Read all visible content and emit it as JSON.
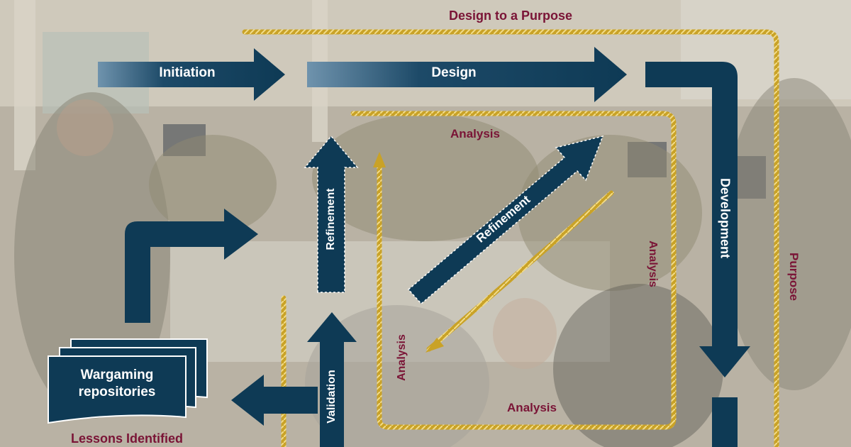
{
  "colors": {
    "arrow_navy": "#0e3a55",
    "rope_gold": "#c9a227",
    "label_maroon": "#7a1436",
    "backdrop_tan": "#b9b2a4"
  },
  "arrows": {
    "initiation": "Initiation",
    "design": "Design",
    "development": "Development",
    "refinement_left": "Refinement",
    "refinement_diag": "Refinement",
    "validation": "Validation"
  },
  "loop_labels": {
    "design_to_purpose": "Design to a Purpose",
    "purpose": "Purpose",
    "analysis_top": "Analysis",
    "analysis_right": "Analysis",
    "analysis_left": "Analysis",
    "analysis_bottom": "Analysis"
  },
  "repository": {
    "line1": "Wargaming",
    "line2": "repositories",
    "caption": "Lessons Identified"
  }
}
